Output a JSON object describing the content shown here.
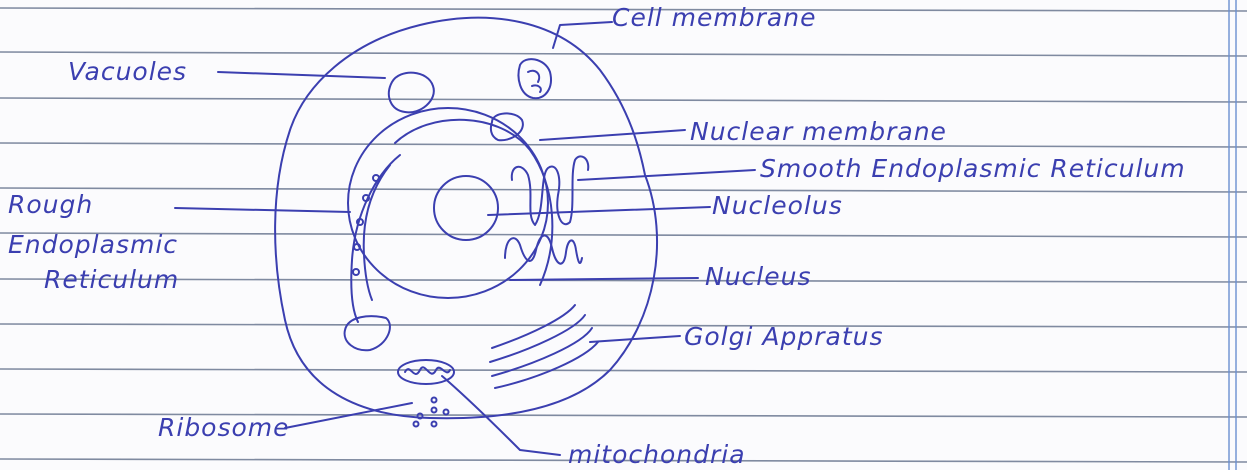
{
  "labels": {
    "cell_membrane": "Cell membrane",
    "vacuoles": "Vacuoles",
    "nuclear_membrane": "Nuclear membrane",
    "smooth_er": "Smooth Endoplasmic Reticulum",
    "rough": "Rough",
    "endoplasmic": "Endoplasmic",
    "reticulum": "Reticulum",
    "nucleolus": "Nucleolus",
    "nucleus": "Nucleus",
    "golgi": "Golgi Appratus",
    "ribosome": "Ribosome",
    "mitochondria": "mitochondria"
  },
  "colors": {
    "ink": "#3b3fb0",
    "paper": "#fbfbfd",
    "rule": "#7f8aa0",
    "margin": "#6a8fd0"
  }
}
